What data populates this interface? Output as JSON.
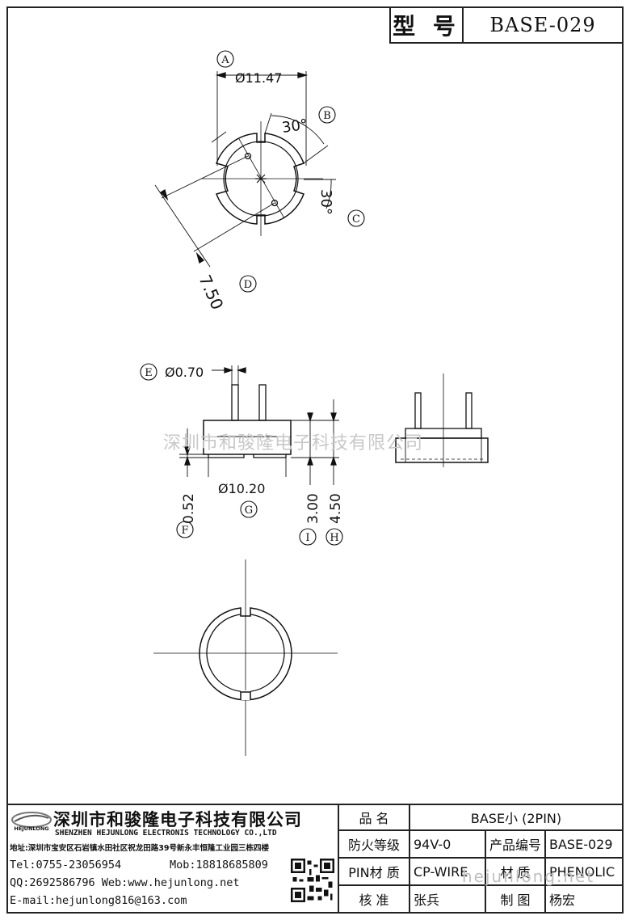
{
  "title_block": {
    "label": "型 号",
    "value": "BASE-029"
  },
  "top_view": {
    "callout_a": "A",
    "dim_a": "Ø11.47",
    "callout_b": "B",
    "dim_b": "30°",
    "callout_c": "C",
    "dim_c": "30°",
    "callout_d": "D",
    "dim_d": "7.50"
  },
  "side_view": {
    "callout_e": "E",
    "dim_e": "Ø0.70",
    "callout_f": "F",
    "dim_f": "0.52",
    "callout_g": "G",
    "dim_g": "Ø10.20",
    "callout_i": "I",
    "dim_i": "3.00",
    "callout_h": "H",
    "dim_h": "4.50"
  },
  "watermark": "深圳市和骏隆电子科技有限公司",
  "watermark_url": "hejunlong.net",
  "company": {
    "logo_text": "HEJUNLONG",
    "name_cn": "深圳市和骏隆电子科技有限公司",
    "name_en": "SHENZHEN HEJUNLONG ELECTRONIS TECHNOLOGY CO.,LTD",
    "address": "地址:深圳市宝安区石岩镇水田社区祝龙田路39号新永丰恒隆工业园三栋四楼",
    "tel": "Tel:0755-23056954",
    "mob": "Mob:18818685809",
    "qq_web": "QQ:2692586796 Web:www.hejunlong.net",
    "email": "E-mail:hejunlong816@163.com"
  },
  "spec": {
    "name_label": "品 名",
    "name_value": "BASE小 (2PIN)",
    "fire_label": "防火等级",
    "fire_value": "94V-0",
    "code_label": "产品编号",
    "code_value": "BASE-029",
    "pin_label": "PIN材 质",
    "pin_value": "CP-WIRE",
    "mat_label": "材 质",
    "mat_value": "PHENOLIC",
    "check_label": "核 准",
    "check_value": "张兵",
    "draw_label": "制 图",
    "draw_value": "杨宏"
  }
}
